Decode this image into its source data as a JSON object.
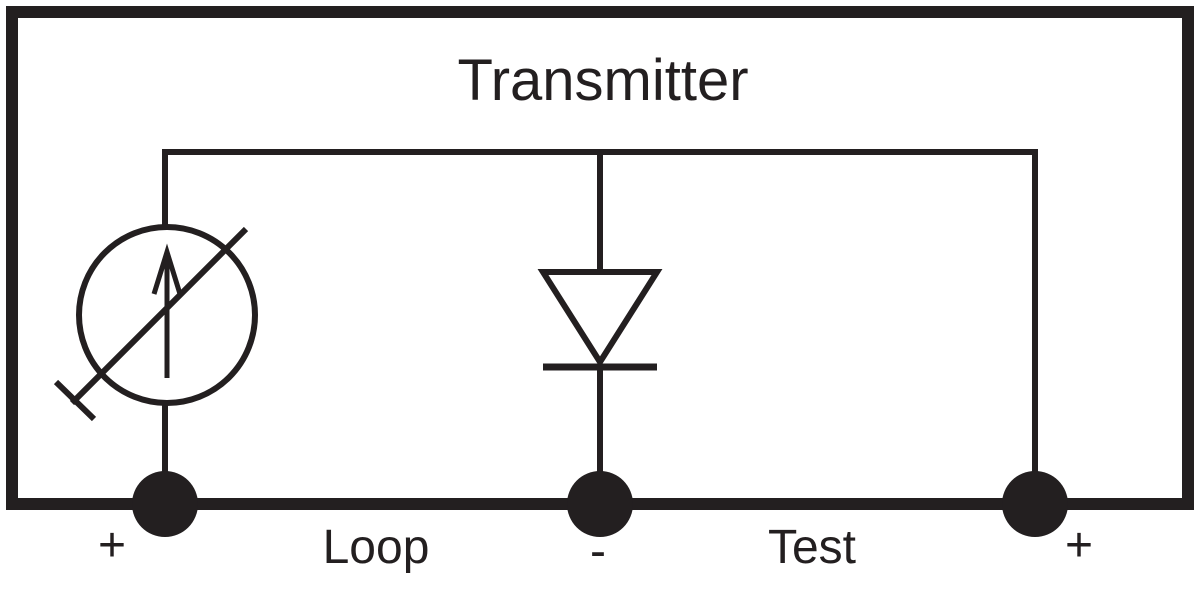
{
  "diagram": {
    "title": "Transmitter",
    "colors": {
      "ink": "#231f20",
      "background": "#ffffff"
    },
    "components": {
      "current_source": {
        "icon": "variable-current-source-icon"
      },
      "diode": {
        "icon": "diode-icon"
      }
    },
    "terminals": {
      "left": {
        "polarity": "+"
      },
      "middle": {
        "polarity": "-"
      },
      "right": {
        "polarity": "+"
      },
      "loop_label": "Loop",
      "test_label": "Test"
    }
  }
}
